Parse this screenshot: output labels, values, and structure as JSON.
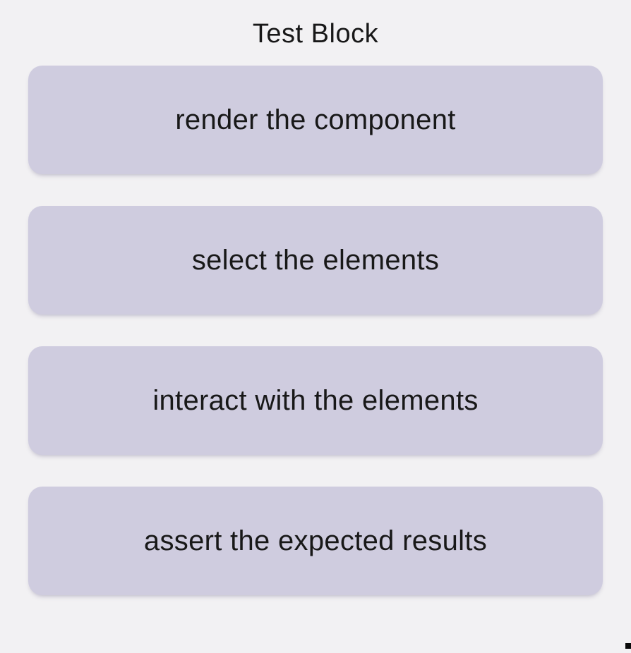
{
  "diagram": {
    "title": "Test Block",
    "steps": [
      {
        "label": "render the component"
      },
      {
        "label": "select the elements"
      },
      {
        "label": "interact with the elements"
      },
      {
        "label": "assert the expected results"
      }
    ],
    "colors": {
      "background": "#f2f1f3",
      "block_fill": "#cfccdf",
      "text": "#181818"
    }
  }
}
